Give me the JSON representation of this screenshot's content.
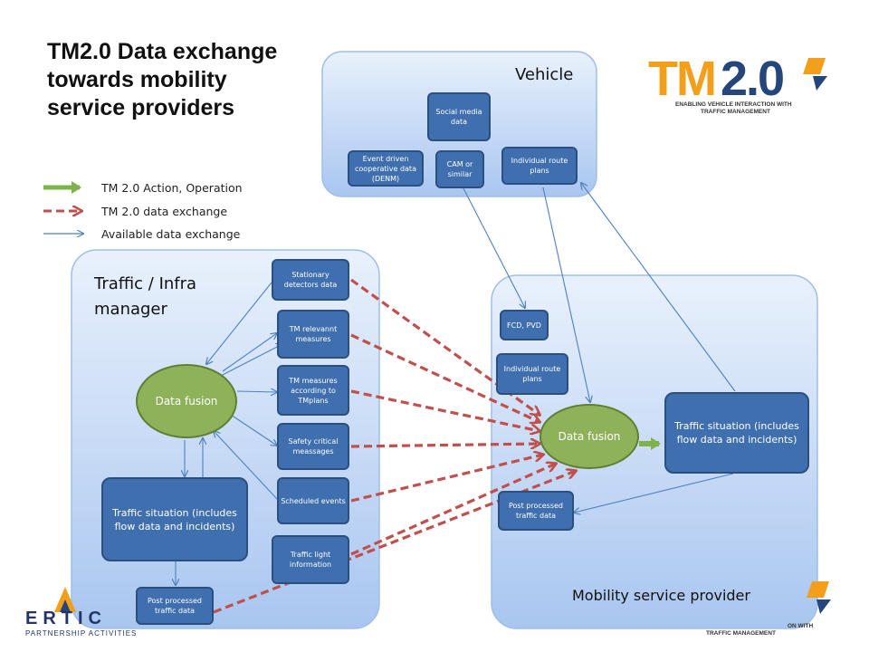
{
  "title": "TM2.0 Data exchange towards mobility service providers",
  "legend": {
    "action": "TM 2.0 Action, Operation",
    "exchange": "TM 2.0 data exchange",
    "available": "Available data exchange"
  },
  "panels": {
    "vehicle": "Vehicle",
    "traffic_manager": "Traffic / Infra manager",
    "msp": "Mobility service provider"
  },
  "vehicle_nodes": {
    "social_media": "Social media data",
    "denm": "Event driven cooperative data (DENM)",
    "cam": "CAM or similar",
    "route_plans": "Individual route plans"
  },
  "tm_nodes": {
    "data_fusion": "Data fusion",
    "stationary": "Stationary detectors data",
    "tm_relevant": "TM relevannt measures",
    "tm_measures": "TM measures according to TMplans",
    "safety": "Safety critical meassages",
    "scheduled": "Scheduled events",
    "traffic_light": "Traffic light information",
    "traffic_situation": "Traffic situation (includes flow data and incidents)",
    "post_processed": "Post processed traffic data"
  },
  "msp_nodes": {
    "fcd": "FCD, PVD",
    "route_plans": "Individual route plans",
    "data_fusion": "Data fusion",
    "traffic_situation": "Traffic situation (includes flow data and incidents)",
    "post_processed": "Post processed traffic data"
  },
  "logo": {
    "word_tm": "TM",
    "word_version": "2.0",
    "tagline_1": "ENABLING VEHICLE INTERACTION WITH",
    "tagline_2": "TRAFFIC MANAGEMENT",
    "ertico": "ERTIC",
    "ertico_sub": "PARTNERSHIP ACTIVITIES",
    "tagline_partial_1": "ON WITH",
    "tagline_partial_2": "TRAFFIC MANAGEMENT"
  },
  "colors": {
    "panel_fill": "#c9dcf7",
    "node_fill": "#3f6fae",
    "fusion_fill": "#8db25a",
    "exchange_arrow": "#c0504d",
    "action_arrow": "#7fb24a",
    "available_arrow": "#4f81bd",
    "logo_orange": "#f2a01c",
    "logo_blue": "#24467a"
  }
}
